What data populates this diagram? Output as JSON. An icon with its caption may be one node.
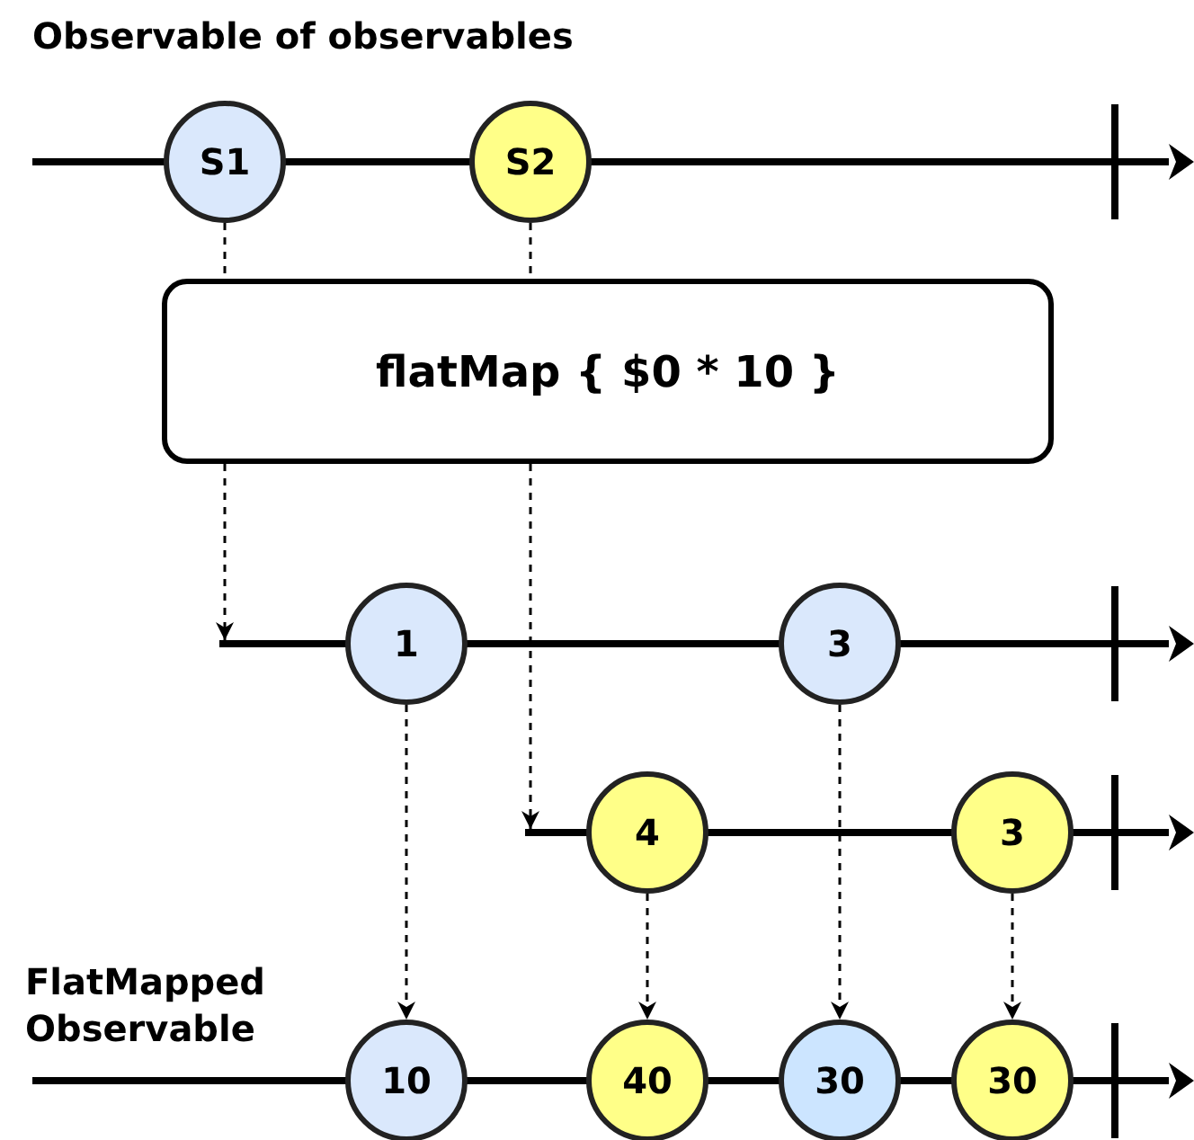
{
  "diagram": {
    "title": "Observable of observables",
    "nodes": [
      {
        "text": [
          "S1"
        ]
      },
      {
        "text": [
          "S2"
        ]
      },
      {
        "text": [
          "flatMap { $0 * 10 }"
        ]
      },
      {
        "text": [],
        "shape": "line"
      },
      {
        "text": [
          "1"
        ]
      },
      {
        "text": [
          "3"
        ]
      },
      {
        "text": [],
        "shape": "line"
      },
      {
        "text": [
          "4"
        ]
      },
      {
        "text": [
          "3"
        ]
      },
      {
        "text": [
          "10"
        ]
      },
      {
        "text": [
          "40"
        ]
      },
      {
        "text": [
          "30"
        ]
      },
      {
        "text": [
          "30"
        ]
      }
    ],
    "edges": [
      {
        "from": 0,
        "to": 2,
        "arrow": "none",
        "style": "dashed"
      },
      {
        "from": 1,
        "to": 2,
        "arrow": "none",
        "style": "dashed"
      },
      {
        "from": 2,
        "to": 3,
        "arrow": "to",
        "style": "dashed"
      },
      {
        "from": 2,
        "to": 6,
        "arrow": "to",
        "style": "dashed"
      },
      {
        "from": 4,
        "to": 9,
        "arrow": "to",
        "style": "dashed"
      },
      {
        "from": 7,
        "to": 10,
        "arrow": "to",
        "style": "dashed"
      },
      {
        "from": 5,
        "to": 11,
        "arrow": "to",
        "style": "dashed"
      },
      {
        "from": 8,
        "to": 12,
        "arrow": "to",
        "style": "dashed"
      }
    ],
    "labels": [
      "FlatMapped Observable"
    ]
  }
}
